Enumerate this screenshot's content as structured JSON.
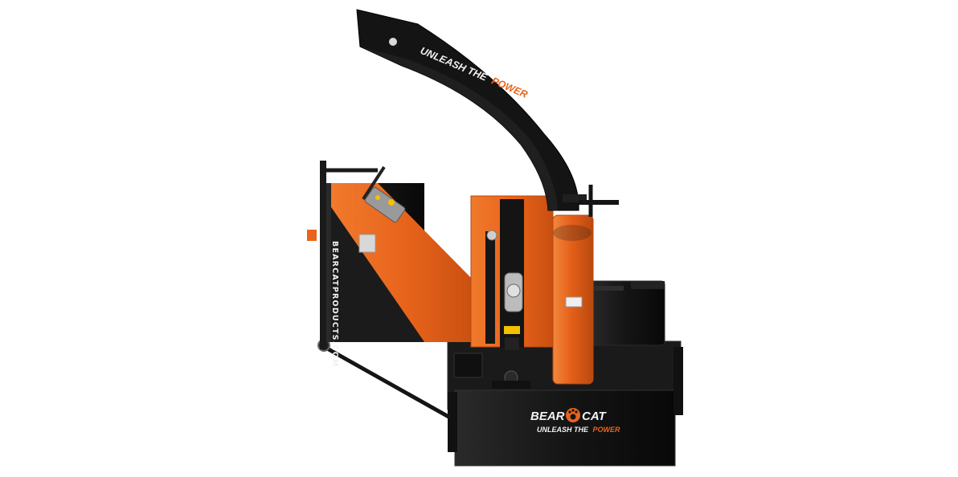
{
  "product": {
    "chute_slogan_prefix": "UNLEASH THE",
    "chute_slogan_highlight": "POWER",
    "hopper_text": "BEARCATPRODUCTS.COM",
    "badge_brand_left": "BEAR",
    "badge_brand_right": "CAT",
    "badge_slogan_prefix": "UNLEASH THE",
    "badge_slogan_highlight": "POWER"
  },
  "colors": {
    "background": "#ffffff",
    "machine_orange": "#e8641c",
    "machine_black": "#141414",
    "accent_yellow": "#f2c200"
  }
}
